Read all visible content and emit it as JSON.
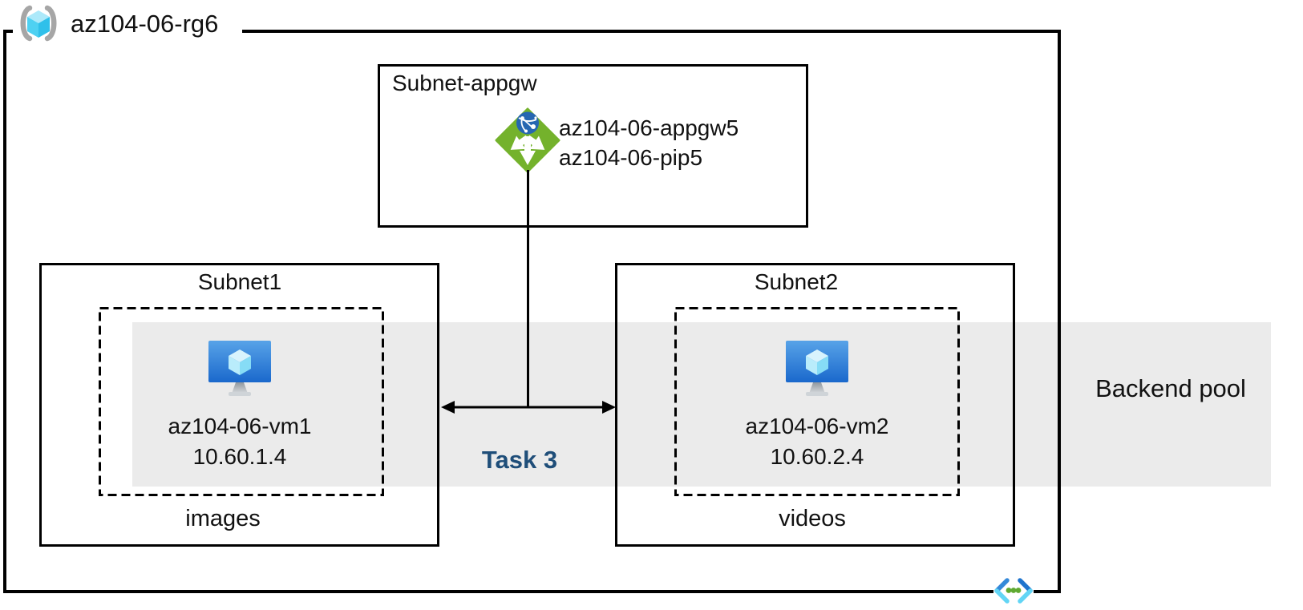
{
  "resource_group": {
    "name": "az104-06-rg6"
  },
  "appgw_subnet": {
    "name": "Subnet-appgw",
    "gateway": "az104-06-appgw5",
    "public_ip": "az104-06-pip5"
  },
  "subnets": [
    {
      "name": "Subnet1",
      "vm": "az104-06-vm1",
      "ip": "10.60.1.4",
      "folder": "images"
    },
    {
      "name": "Subnet2",
      "vm": "az104-06-vm2",
      "ip": "10.60.2.4",
      "folder": "videos"
    }
  ],
  "backend_pool": {
    "label": "Backend pool"
  },
  "task": {
    "label": "Task 3"
  },
  "icons": {
    "resource_group": "resource-group-icon",
    "application_gateway": "application-gateway-icon",
    "virtual_machine": "virtual-machine-icon",
    "virtual_network": "virtual-network-icon"
  },
  "colors": {
    "backend_band": "#ebebeb",
    "task_label": "#1f4e79",
    "gateway_green": "#74b22c",
    "globe_blue": "#2667b1",
    "vm_blue_top": "#58a3e8",
    "vm_blue_bottom": "#1a68cc",
    "cube_cyan": "#45cdf1",
    "bracket_gray": "#a6a6a6",
    "vnet_blue": "#2e82d4",
    "vnet_cyan": "#62d5f5",
    "vnet_green": "#5fa931",
    "border": "#000000"
  }
}
